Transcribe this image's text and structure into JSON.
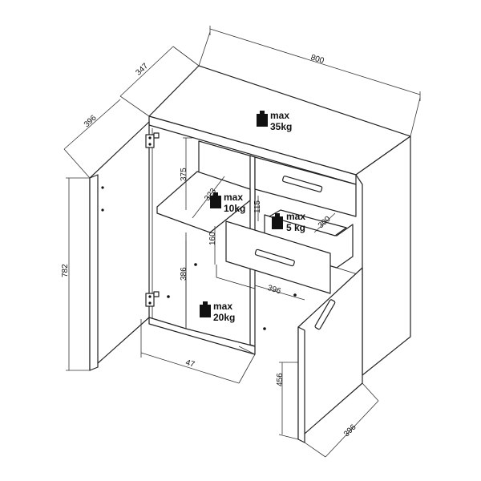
{
  "dimensions": {
    "width": "800",
    "depth": "347",
    "door_width_left": "396",
    "height": "782",
    "shelf_upper_height": "375",
    "shelf_depth": "323",
    "drawer_height": "115",
    "drawer_depth": "300",
    "lower_opening_height": "160",
    "compartment_height": "386",
    "compartment_width": "396",
    "bottom_depth": "47",
    "door_height_right": "456",
    "door_width_right": "396"
  },
  "weight_limits": {
    "top": {
      "line1": "max",
      "line2": "35kg"
    },
    "shelf": {
      "line1": "max",
      "line2": "10kg"
    },
    "drawer": {
      "line1": "max",
      "line2": "5 kg"
    },
    "bottom": {
      "line1": "max",
      "line2": "20kg"
    }
  },
  "icons": {
    "weight": "weight-icon",
    "hinge": "hinge-icon"
  },
  "colors": {
    "line": "#222222",
    "background": "#ffffff"
  }
}
